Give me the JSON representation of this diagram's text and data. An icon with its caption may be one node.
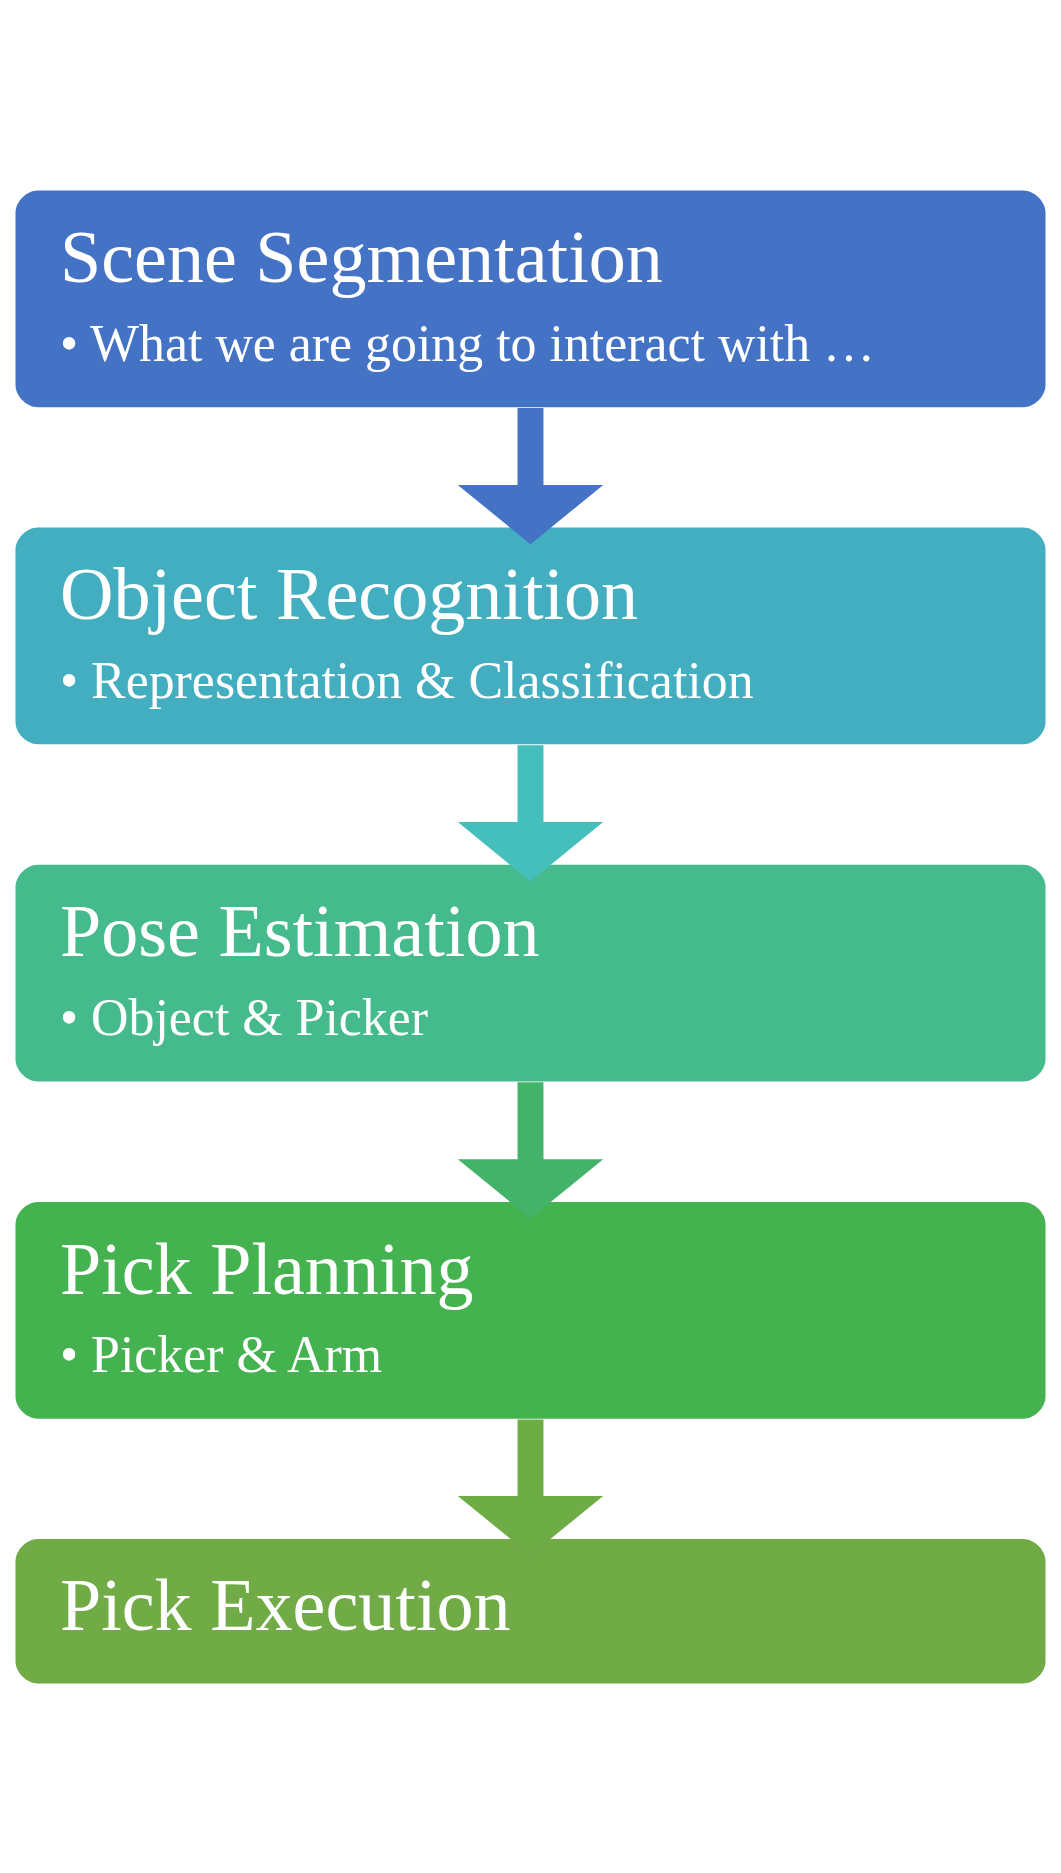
{
  "diagram": {
    "nodes": [
      {
        "text": [
          "Scene Segmentation",
          "• What we are going to interact with …"
        ]
      },
      {
        "text": [
          "Object Recognition",
          "• Representation & Classification"
        ]
      },
      {
        "text": [
          "Pose Estimation",
          "• Object & Picker"
        ]
      },
      {
        "text": [
          "Pick Planning",
          "• Picker & Arm"
        ]
      },
      {
        "text": [
          "Pick Execution"
        ]
      }
    ],
    "edges": [
      {
        "from": 0,
        "to": 1,
        "arrow": "to",
        "color": "#4472c4"
      },
      {
        "from": 1,
        "to": 2,
        "arrow": "to",
        "color": "#45bfbb"
      },
      {
        "from": 2,
        "to": 3,
        "arrow": "to",
        "color": "#44b36a"
      },
      {
        "from": 3,
        "to": 4,
        "arrow": "to",
        "color": "#6eac46"
      }
    ]
  }
}
